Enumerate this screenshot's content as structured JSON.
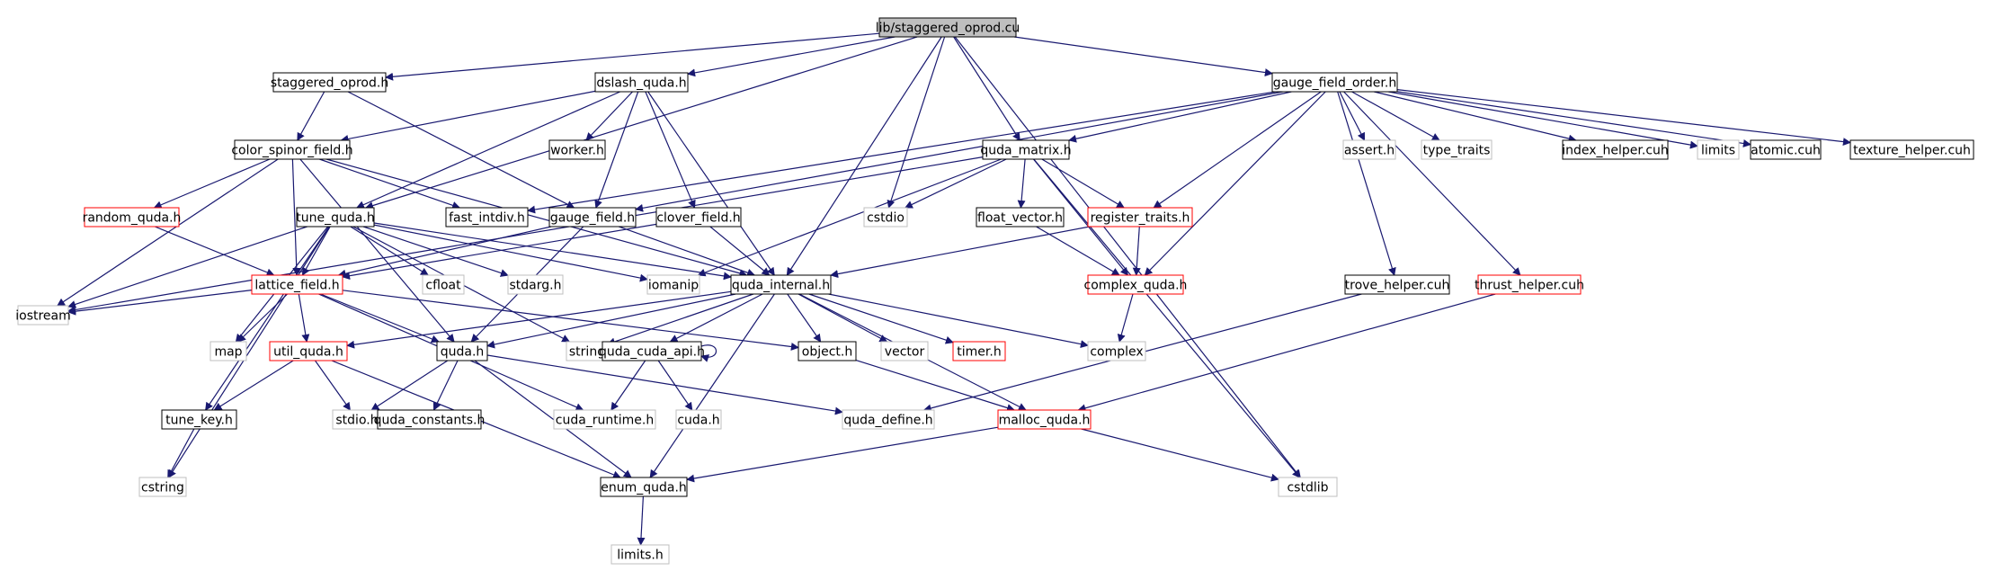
{
  "colors": {
    "edge": "#191970",
    "root_fill": "#bfbfbf",
    "root_border": "#000000",
    "documented_border": "#000000",
    "red_border": "#ff0000",
    "external_border": "#bfbfbf",
    "external_text": "#000000"
  },
  "nodes": [
    {
      "id": "root",
      "label": "lib/staggered_oprod.cu",
      "kind": "root"
    },
    {
      "id": "staggered_oprod_h",
      "label": "staggered_oprod.h",
      "kind": "documented"
    },
    {
      "id": "dslash_quda_h",
      "label": "dslash_quda.h",
      "kind": "documented"
    },
    {
      "id": "gauge_field_order_h",
      "label": "gauge_field_order.h",
      "kind": "documented"
    },
    {
      "id": "color_spinor_field_h",
      "label": "color_spinor_field.h",
      "kind": "documented"
    },
    {
      "id": "worker_h",
      "label": "worker.h",
      "kind": "documented"
    },
    {
      "id": "quda_matrix_h",
      "label": "quda_matrix.h",
      "kind": "documented"
    },
    {
      "id": "assert_h",
      "label": "assert.h",
      "kind": "external"
    },
    {
      "id": "type_traits",
      "label": "type_traits",
      "kind": "external"
    },
    {
      "id": "index_helper_cuh",
      "label": "index_helper.cuh",
      "kind": "documented"
    },
    {
      "id": "limits_top",
      "label": "limits",
      "kind": "external"
    },
    {
      "id": "atomic_cuh",
      "label": "atomic.cuh",
      "kind": "documented"
    },
    {
      "id": "texture_helper_cuh",
      "label": "texture_helper.cuh",
      "kind": "documented"
    },
    {
      "id": "random_quda_h",
      "label": "random_quda.h",
      "kind": "red"
    },
    {
      "id": "fast_intdiv_h",
      "label": "fast_intdiv.h",
      "kind": "documented"
    },
    {
      "id": "tune_quda_h",
      "label": "tune_quda.h",
      "kind": "documented"
    },
    {
      "id": "gauge_field_h",
      "label": "gauge_field.h",
      "kind": "documented"
    },
    {
      "id": "clover_field_h",
      "label": "clover_field.h",
      "kind": "documented"
    },
    {
      "id": "cstdio",
      "label": "cstdio",
      "kind": "external"
    },
    {
      "id": "float_vector_h",
      "label": "float_vector.h",
      "kind": "documented"
    },
    {
      "id": "register_traits_h",
      "label": "register_traits.h",
      "kind": "red"
    },
    {
      "id": "lattice_field_h",
      "label": "lattice_field.h",
      "kind": "red"
    },
    {
      "id": "cfloat",
      "label": "cfloat",
      "kind": "external"
    },
    {
      "id": "stdarg_h",
      "label": "stdarg.h",
      "kind": "external"
    },
    {
      "id": "iomanip",
      "label": "iomanip",
      "kind": "external"
    },
    {
      "id": "quda_internal_h",
      "label": "quda_internal.h",
      "kind": "documented"
    },
    {
      "id": "complex_quda_h",
      "label": "complex_quda.h",
      "kind": "red"
    },
    {
      "id": "trove_helper_cuh",
      "label": "trove_helper.cuh",
      "kind": "documented"
    },
    {
      "id": "thrust_helper_cuh",
      "label": "thrust_helper.cuh",
      "kind": "red"
    },
    {
      "id": "iostream",
      "label": "iostream",
      "kind": "external"
    },
    {
      "id": "map",
      "label": "map",
      "kind": "external"
    },
    {
      "id": "util_quda_h",
      "label": "util_quda.h",
      "kind": "red"
    },
    {
      "id": "quda_h",
      "label": "quda.h",
      "kind": "documented"
    },
    {
      "id": "string",
      "label": "string",
      "kind": "external"
    },
    {
      "id": "quda_cuda_api_h",
      "label": "quda_cuda_api.h",
      "kind": "documented"
    },
    {
      "id": "object_h",
      "label": "object.h",
      "kind": "documented"
    },
    {
      "id": "vector",
      "label": "vector",
      "kind": "external"
    },
    {
      "id": "timer_h",
      "label": "timer.h",
      "kind": "red"
    },
    {
      "id": "complex",
      "label": "complex",
      "kind": "external"
    },
    {
      "id": "tune_key_h",
      "label": "tune_key.h",
      "kind": "documented"
    },
    {
      "id": "stdio_h",
      "label": "stdio.h",
      "kind": "external"
    },
    {
      "id": "quda_constants_h",
      "label": "quda_constants.h",
      "kind": "documented"
    },
    {
      "id": "cuda_runtime_h",
      "label": "cuda_runtime.h",
      "kind": "external"
    },
    {
      "id": "cuda_h",
      "label": "cuda.h",
      "kind": "external"
    },
    {
      "id": "quda_define_h",
      "label": "quda_define.h",
      "kind": "external"
    },
    {
      "id": "malloc_quda_h",
      "label": "malloc_quda.h",
      "kind": "red"
    },
    {
      "id": "cstring",
      "label": "cstring",
      "kind": "external"
    },
    {
      "id": "enum_quda_h",
      "label": "enum_quda.h",
      "kind": "documented"
    },
    {
      "id": "cstdlib",
      "label": "cstdlib",
      "kind": "external"
    },
    {
      "id": "limits_h",
      "label": "limits.h",
      "kind": "external"
    }
  ],
  "edges": [
    [
      "root",
      "staggered_oprod_h"
    ],
    [
      "root",
      "dslash_quda_h"
    ],
    [
      "root",
      "gauge_field_order_h"
    ],
    [
      "root",
      "tune_quda_h"
    ],
    [
      "root",
      "quda_internal_h"
    ],
    [
      "root",
      "cstdio"
    ],
    [
      "root",
      "quda_matrix_h"
    ],
    [
      "root",
      "cstdlib"
    ],
    [
      "staggered_oprod_h",
      "color_spinor_field_h"
    ],
    [
      "staggered_oprod_h",
      "gauge_field_h"
    ],
    [
      "dslash_quda_h",
      "color_spinor_field_h"
    ],
    [
      "dslash_quda_h",
      "worker_h"
    ],
    [
      "dslash_quda_h",
      "gauge_field_h"
    ],
    [
      "dslash_quda_h",
      "clover_field_h"
    ],
    [
      "dslash_quda_h",
      "quda_internal_h"
    ],
    [
      "dslash_quda_h",
      "tune_quda_h"
    ],
    [
      "gauge_field_order_h",
      "assert_h"
    ],
    [
      "gauge_field_order_h",
      "type_traits"
    ],
    [
      "gauge_field_order_h",
      "index_helper_cuh"
    ],
    [
      "gauge_field_order_h",
      "limits_top"
    ],
    [
      "gauge_field_order_h",
      "atomic_cuh"
    ],
    [
      "gauge_field_order_h",
      "texture_helper_cuh"
    ],
    [
      "gauge_field_order_h",
      "quda_matrix_h"
    ],
    [
      "gauge_field_order_h",
      "register_traits_h"
    ],
    [
      "gauge_field_order_h",
      "complex_quda_h"
    ],
    [
      "gauge_field_order_h",
      "trove_helper_cuh"
    ],
    [
      "gauge_field_order_h",
      "thrust_helper_cuh"
    ],
    [
      "gauge_field_order_h",
      "gauge_field_h"
    ],
    [
      "gauge_field_order_h",
      "fast_intdiv_h"
    ],
    [
      "color_spinor_field_h",
      "random_quda_h"
    ],
    [
      "color_spinor_field_h",
      "fast_intdiv_h"
    ],
    [
      "color_spinor_field_h",
      "iostream"
    ],
    [
      "color_spinor_field_h",
      "lattice_field_h"
    ],
    [
      "color_spinor_field_h",
      "quda_internal_h"
    ],
    [
      "color_spinor_field_h",
      "quda_h"
    ],
    [
      "quda_matrix_h",
      "cstdio"
    ],
    [
      "quda_matrix_h",
      "float_vector_h"
    ],
    [
      "quda_matrix_h",
      "register_traits_h"
    ],
    [
      "quda_matrix_h",
      "complex_quda_h"
    ],
    [
      "quda_matrix_h",
      "iomanip"
    ],
    [
      "quda_matrix_h",
      "iostream"
    ],
    [
      "quda_matrix_h",
      "cstdlib"
    ],
    [
      "random_quda_h",
      "lattice_field_h"
    ],
    [
      "tune_quda_h",
      "lattice_field_h"
    ],
    [
      "tune_quda_h",
      "cfloat"
    ],
    [
      "tune_quda_h",
      "stdarg_h"
    ],
    [
      "tune_quda_h",
      "iomanip"
    ],
    [
      "tune_quda_h",
      "quda_internal_h"
    ],
    [
      "tune_quda_h",
      "iostream"
    ],
    [
      "tune_quda_h",
      "map"
    ],
    [
      "tune_quda_h",
      "string"
    ],
    [
      "tune_quda_h",
      "tune_key_h"
    ],
    [
      "tune_quda_h",
      "cstring"
    ],
    [
      "gauge_field_h",
      "lattice_field_h"
    ],
    [
      "gauge_field_h",
      "quda_internal_h"
    ],
    [
      "gauge_field_h",
      "quda_h"
    ],
    [
      "clover_field_h",
      "lattice_field_h"
    ],
    [
      "clover_field_h",
      "quda_internal_h"
    ],
    [
      "float_vector_h",
      "complex_quda_h"
    ],
    [
      "register_traits_h",
      "complex_quda_h"
    ],
    [
      "register_traits_h",
      "quda_internal_h"
    ],
    [
      "lattice_field_h",
      "iostream"
    ],
    [
      "lattice_field_h",
      "map"
    ],
    [
      "lattice_field_h",
      "util_quda_h"
    ],
    [
      "lattice_field_h",
      "quda_h"
    ],
    [
      "lattice_field_h",
      "object_h"
    ],
    [
      "lattice_field_h",
      "cuda_runtime_h"
    ],
    [
      "quda_internal_h",
      "quda_h"
    ],
    [
      "quda_internal_h",
      "string"
    ],
    [
      "quda_internal_h",
      "quda_cuda_api_h"
    ],
    [
      "quda_internal_h",
      "object_h"
    ],
    [
      "quda_internal_h",
      "vector"
    ],
    [
      "quda_internal_h",
      "timer_h"
    ],
    [
      "quda_internal_h",
      "complex"
    ],
    [
      "quda_internal_h",
      "util_quda_h"
    ],
    [
      "quda_internal_h",
      "malloc_quda_h"
    ],
    [
      "quda_internal_h",
      "enum_quda_h"
    ],
    [
      "complex_quda_h",
      "complex"
    ],
    [
      "trove_helper_cuh",
      "quda_define_h"
    ],
    [
      "thrust_helper_cuh",
      "malloc_quda_h"
    ],
    [
      "util_quda_h",
      "tune_key_h"
    ],
    [
      "util_quda_h",
      "stdio_h"
    ],
    [
      "util_quda_h",
      "enum_quda_h"
    ],
    [
      "quda_h",
      "stdio_h"
    ],
    [
      "quda_h",
      "quda_constants_h"
    ],
    [
      "quda_h",
      "quda_define_h"
    ],
    [
      "quda_h",
      "enum_quda_h"
    ],
    [
      "quda_cuda_api_h",
      "quda_cuda_api_h"
    ],
    [
      "quda_cuda_api_h",
      "cuda_runtime_h"
    ],
    [
      "quda_cuda_api_h",
      "cuda_h"
    ],
    [
      "object_h",
      "malloc_quda_h"
    ],
    [
      "tune_key_h",
      "cstring"
    ],
    [
      "malloc_quda_h",
      "enum_quda_h"
    ],
    [
      "malloc_quda_h",
      "cstdlib"
    ],
    [
      "enum_quda_h",
      "limits_h"
    ]
  ]
}
